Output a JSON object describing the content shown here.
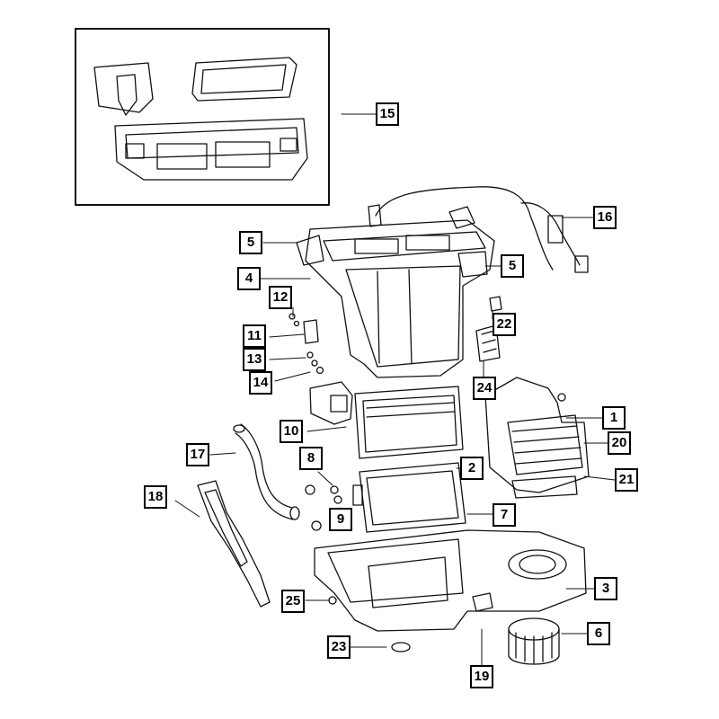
{
  "diagram": {
    "callouts": [
      {
        "id": "c15",
        "label": "15"
      },
      {
        "id": "c16",
        "label": "16"
      },
      {
        "id": "c5a",
        "label": "5"
      },
      {
        "id": "c5b",
        "label": "5"
      },
      {
        "id": "c4",
        "label": "4"
      },
      {
        "id": "c12",
        "label": "12"
      },
      {
        "id": "c22",
        "label": "22"
      },
      {
        "id": "c11",
        "label": "11"
      },
      {
        "id": "c13",
        "label": "13"
      },
      {
        "id": "c14",
        "label": "14"
      },
      {
        "id": "c24",
        "label": "24"
      },
      {
        "id": "c1",
        "label": "1"
      },
      {
        "id": "c10",
        "label": "10"
      },
      {
        "id": "c20",
        "label": "20"
      },
      {
        "id": "c17",
        "label": "17"
      },
      {
        "id": "c8",
        "label": "8"
      },
      {
        "id": "c2",
        "label": "2"
      },
      {
        "id": "c21",
        "label": "21"
      },
      {
        "id": "c18",
        "label": "18"
      },
      {
        "id": "c9",
        "label": "9"
      },
      {
        "id": "c7",
        "label": "7"
      },
      {
        "id": "c3",
        "label": "3"
      },
      {
        "id": "c25",
        "label": "25"
      },
      {
        "id": "c6",
        "label": "6"
      },
      {
        "id": "c23",
        "label": "23"
      },
      {
        "id": "c19",
        "label": "19"
      }
    ]
  }
}
